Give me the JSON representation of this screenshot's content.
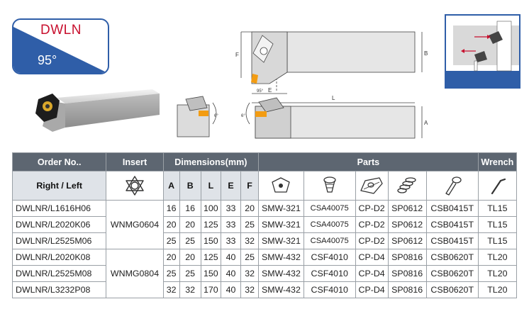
{
  "badge": {
    "code": "DWLN",
    "angle": "95°"
  },
  "drawing_labels": {
    "top_view": {
      "F": "F",
      "B": "B",
      "E": "E",
      "L": "L",
      "angle": "95°"
    },
    "side_view": {
      "A": "A",
      "angle1": "6°",
      "angle2": "6°"
    }
  },
  "table": {
    "group_headers": {
      "order": "Order No..",
      "insert": "Insert",
      "dimensions": "Dimensions(mm)",
      "parts": "Parts",
      "wrench": "Wrench"
    },
    "sub_headers": {
      "right_left": "Right / Left",
      "dims": [
        "A",
        "B",
        "L",
        "E",
        "F"
      ]
    },
    "header_icons": {
      "insert": "insert-icon",
      "parts": [
        "insert-shim-icon",
        "shim-screw-icon",
        "clamp-icon",
        "spring-icon",
        "clamp-screw-icon"
      ],
      "wrench": "wrench-icon"
    },
    "rows": [
      {
        "order": "DWLNR/L1616H06",
        "A": "16",
        "B": "16",
        "L": "100",
        "E": "33",
        "F": "20",
        "shim": "SMW-321",
        "shim_screw": "CSA40075",
        "clamp": "CP-D2",
        "spring": "SP0612",
        "clamp_screw": "CSB0415T",
        "wrench": "TL15"
      },
      {
        "order": "DWLNR/L2020K06",
        "A": "20",
        "B": "20",
        "L": "125",
        "E": "33",
        "F": "25",
        "shim": "SMW-321",
        "shim_screw": "CSA40075",
        "clamp": "CP-D2",
        "spring": "SP0612",
        "clamp_screw": "CSB0415T",
        "wrench": "TL15"
      },
      {
        "order": "DWLNR/L2525M06",
        "A": "25",
        "B": "25",
        "L": "150",
        "E": "33",
        "F": "32",
        "shim": "SMW-321",
        "shim_screw": "CSA40075",
        "clamp": "CP-D2",
        "spring": "SP0612",
        "clamp_screw": "CSB0415T",
        "wrench": "TL15"
      },
      {
        "order": "DWLNR/L2020K08",
        "A": "20",
        "B": "20",
        "L": "125",
        "E": "40",
        "F": "25",
        "shim": "SMW-432",
        "shim_screw": "CSF4010",
        "clamp": "CP-D4",
        "spring": "SP0816",
        "clamp_screw": "CSB0620T",
        "wrench": "TL20"
      },
      {
        "order": "DWLNR/L2525M08",
        "A": "25",
        "B": "25",
        "L": "150",
        "E": "40",
        "F": "32",
        "shim": "SMW-432",
        "shim_screw": "CSF4010",
        "clamp": "CP-D4",
        "spring": "SP0816",
        "clamp_screw": "CSB0620T",
        "wrench": "TL20"
      },
      {
        "order": "DWLNR/L3232P08",
        "A": "32",
        "B": "32",
        "L": "170",
        "E": "40",
        "F": "32",
        "shim": "SMW-432",
        "shim_screw": "CSF4010",
        "clamp": "CP-D4",
        "spring": "SP0816",
        "clamp_screw": "CSB0620T",
        "wrench": "TL20"
      }
    ],
    "insert_groups": [
      "WNMG0604",
      "WNMG0804"
    ]
  },
  "colors": {
    "brand_blue": "#2f5ea8",
    "brand_red": "#c8102e",
    "insert_orange": "#f39c12",
    "header_dark": "#5d6671"
  }
}
